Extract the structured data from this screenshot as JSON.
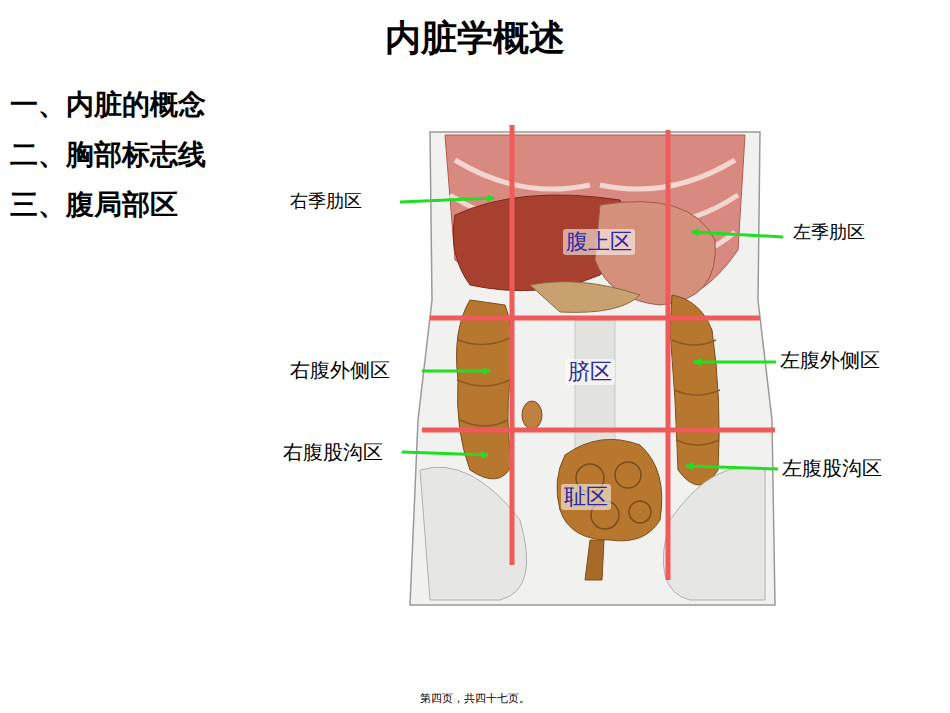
{
  "diagram": {
    "title": "内脏学概述",
    "labels": [
      "一、内脏的概念",
      "二、胸部标志线",
      "三、腹局部区",
      "右季肋区",
      "腹上区",
      "左季肋区",
      "右腹外侧区",
      "脐区",
      "左腹外侧区",
      "右腹股沟区",
      "左腹股沟区",
      "耻区",
      "第四页，共四十七页。"
    ]
  }
}
